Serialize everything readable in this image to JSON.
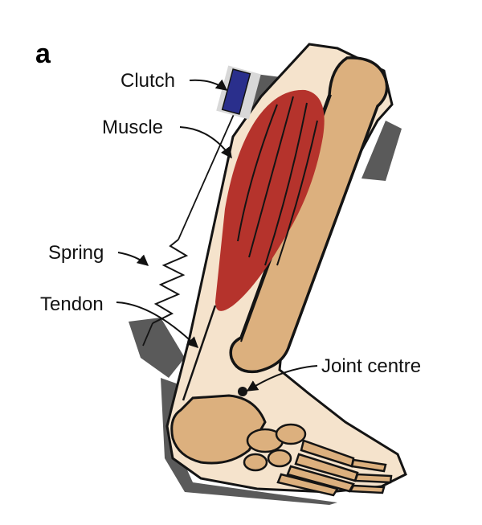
{
  "panel_label": "a",
  "labels": {
    "clutch": "Clutch",
    "muscle": "Muscle",
    "spring": "Spring",
    "tendon": "Tendon",
    "joint_centre": "Joint centre"
  },
  "colors": {
    "skin": "#f5e3cc",
    "bone": "#dcb07e",
    "muscle": "#b5332c",
    "clutch": "#2a2f8c",
    "exoskeleton": "#5a5a5a",
    "outline": "#141414"
  }
}
